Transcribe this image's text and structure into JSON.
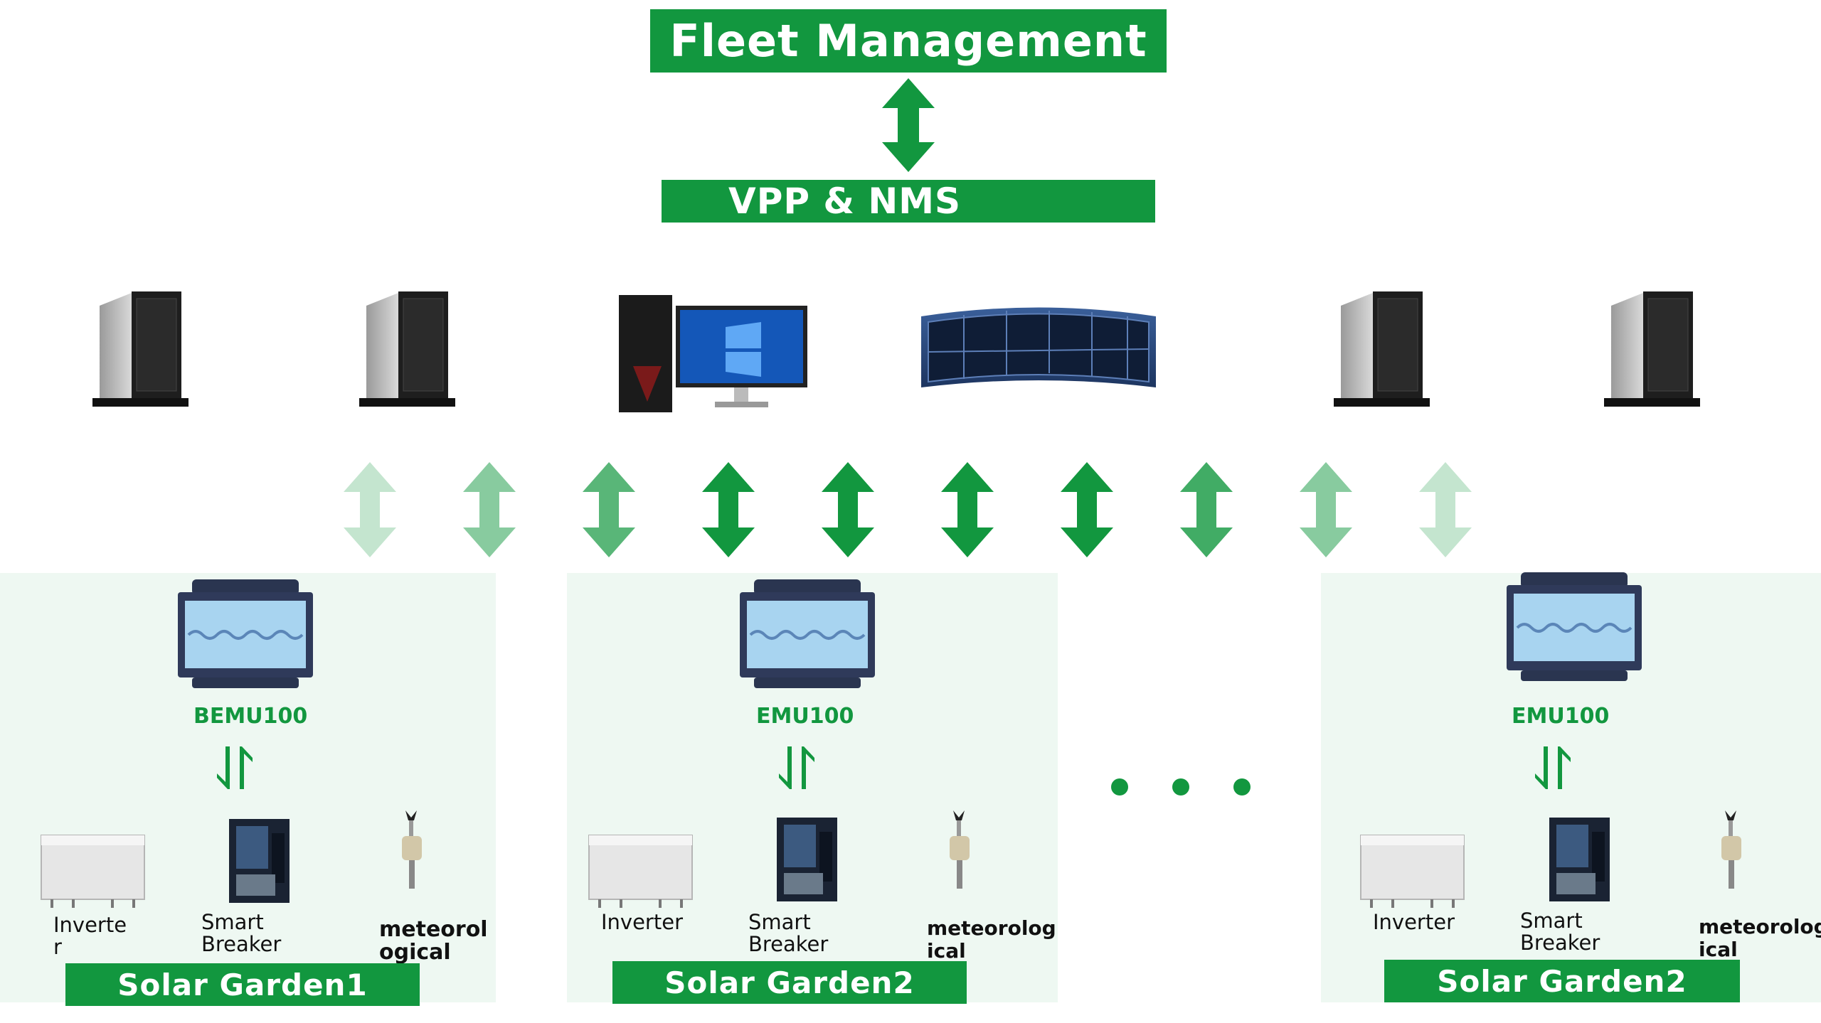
{
  "header": {
    "fleet_management": "Fleet Management",
    "vpp_nms": "VPP & NMS"
  },
  "icons": {
    "top_row": [
      "server-icon",
      "server-icon",
      "desktop-computer-icon",
      "video-wall-icon",
      "server-icon",
      "server-icon"
    ]
  },
  "gardens": [
    {
      "device": "BEMU100",
      "inverter": "Inverte\nr",
      "breaker": "Smart\nBreaker",
      "meteo": "meteorol\nogical",
      "title": "Solar Garden1"
    },
    {
      "device": "EMU100",
      "inverter": "Inverter",
      "breaker": "Smart\nBreaker",
      "meteo": "meteorolog\nical",
      "title": "Solar Garden2"
    },
    {
      "device": "EMU100",
      "inverter": "Inverter",
      "breaker": "Smart\nBreaker",
      "meteo": "meteorolog\nical",
      "title": "Solar Garden2"
    }
  ],
  "colors": {
    "accent": "#12973f",
    "panel_bg": "#eef8f2"
  }
}
